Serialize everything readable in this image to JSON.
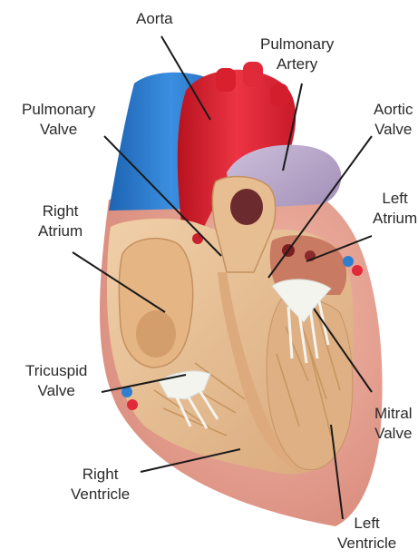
{
  "diagram": {
    "labels": {
      "aorta": [
        "Aorta"
      ],
      "pulmonary_artery": [
        "Pulmonary",
        "Artery"
      ],
      "pulmonary_valve": [
        "Pulmonary",
        "Valve"
      ],
      "aortic_valve": [
        "Aortic",
        "Valve"
      ],
      "right_atrium": [
        "Right",
        "Atrium"
      ],
      "left_atrium": [
        "Left",
        "Atrium"
      ],
      "tricuspid_valve": [
        "Tricuspid",
        "Valve"
      ],
      "mitral_valve": [
        "Mitral",
        "Valve"
      ],
      "right_ventricle": [
        "Right",
        "Ventricle"
      ],
      "left_ventricle": [
        "Left",
        "Ventricle"
      ]
    },
    "colors": {
      "vena_cava_blue": "#2f7fd0",
      "aorta_red": "#e02a3a",
      "pulmonary_artery_lavender": "#b9a8c8",
      "tissue_tan": "#e8c19a",
      "tissue_dark": "#c99a6e",
      "valve_white": "#f4f4ef",
      "leader_line": "#1a1a1a"
    }
  }
}
